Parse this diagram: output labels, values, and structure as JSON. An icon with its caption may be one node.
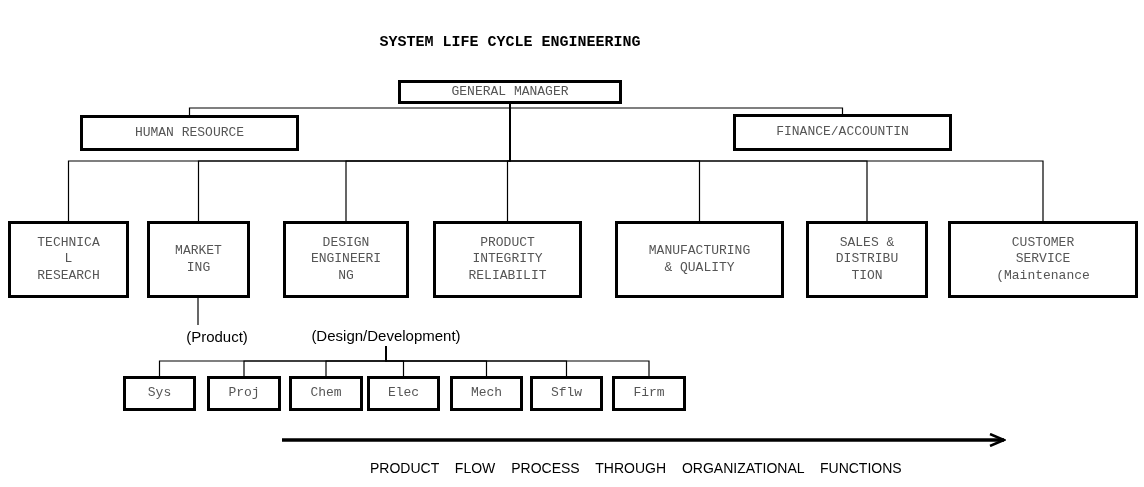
{
  "diagram": {
    "title": "SYSTEM LIFE CYCLE ENGINEERING",
    "nodes": [
      {
        "text": [
          "GENERAL MANAGER"
        ]
      },
      {
        "text": [
          "HUMAN RESOURCE"
        ]
      },
      {
        "text": [
          "FINANCE/ACCOUNTIN"
        ]
      },
      {
        "text": [
          "TECHNICA L RESEARCH"
        ]
      },
      {
        "text": [
          "MARKET ING"
        ]
      },
      {
        "text": [
          "DESIGN ENGINEERI NG"
        ]
      },
      {
        "text": [
          "PRODUCT INTEGRITY RELIABILIT"
        ]
      },
      {
        "text": [
          "MANUFACTURING & QUALITY"
        ]
      },
      {
        "text": [
          "SALES & DISTRIBU TION"
        ]
      },
      {
        "text": [
          "CUSTOMER SERVICE (Maintenance"
        ]
      },
      {
        "text": [
          "(Product)"
        ]
      },
      {
        "text": [
          "(Design/Development)"
        ]
      },
      {
        "text": [
          "Sys"
        ]
      },
      {
        "text": [
          "Proj"
        ]
      },
      {
        "text": [
          "Chem"
        ]
      },
      {
        "text": [
          "Elec"
        ]
      },
      {
        "text": [
          "Mech"
        ]
      },
      {
        "text": [
          "Sflw"
        ]
      },
      {
        "text": [
          "Firm"
        ]
      }
    ],
    "edges": [
      {
        "from": 0,
        "to": 1,
        "arrow": "none"
      },
      {
        "from": 0,
        "to": 2,
        "arrow": "none"
      },
      {
        "from": 0,
        "to": 3,
        "arrow": "none"
      },
      {
        "from": 0,
        "to": 4,
        "arrow": "none"
      },
      {
        "from": 0,
        "to": 5,
        "arrow": "none"
      },
      {
        "from": 0,
        "to": 6,
        "arrow": "none"
      },
      {
        "from": 0,
        "to": 7,
        "arrow": "none"
      },
      {
        "from": 0,
        "to": 8,
        "arrow": "none"
      },
      {
        "from": 0,
        "to": 9,
        "arrow": "none"
      },
      {
        "from": 4,
        "to": 10,
        "arrow": "none"
      },
      {
        "from": 11,
        "to": 12,
        "arrow": "none"
      },
      {
        "from": 11,
        "to": 13,
        "arrow": "none"
      },
      {
        "from": 11,
        "to": 14,
        "arrow": "none"
      },
      {
        "from": 11,
        "to": 15,
        "arrow": "none"
      },
      {
        "from": 11,
        "to": 16,
        "arrow": "none"
      },
      {
        "from": 11,
        "to": 17,
        "arrow": "none"
      },
      {
        "from": 11,
        "to": 18,
        "arrow": "none"
      }
    ],
    "labels": [
      "PRODUCT FLOW PROCESS THROUGH ORGANIZATIONAL FUNCTIONS"
    ]
  }
}
